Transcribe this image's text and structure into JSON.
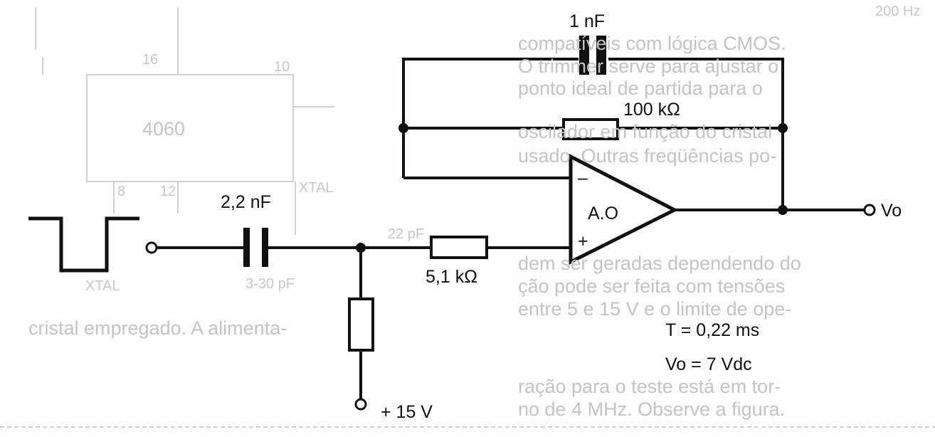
{
  "background_text": {
    "right_column": [
      "compatíveis com lógica CMOS.",
      "O trimmer serve para ajustar o",
      "ponto ideal de partida para o",
      "oscilador em função do cristal",
      "usado. Outras freqüências po-",
      "dem ser geradas dependendo do",
      "cristal empregado. A alimenta-",
      "ção pode ser feita com tensões",
      "entre 5 e 15 V e o limite de ope-",
      "ração para o teste está em tor-",
      "no de 4 MHz. Observe a figura."
    ],
    "left_labels": [
      "200 Hz",
      "16",
      "10",
      "4060",
      "XTAL",
      "8",
      "12",
      "22 pF",
      "3-30 pF",
      "XTAL"
    ]
  },
  "circuit": {
    "feedback_capacitor": "1 nF",
    "feedback_resistor": "100 kΩ",
    "input_capacitor": "2,2 nF",
    "input_resistor": "5,1 kΩ",
    "opamp_label": "A.O",
    "inverting_sign": "–",
    "noninverting_sign": "+",
    "output_label": "Vo",
    "supply_label": "+ 15 V",
    "period": "T = 0,22 ms",
    "output_voltage": "Vo = 7 Vdc"
  }
}
